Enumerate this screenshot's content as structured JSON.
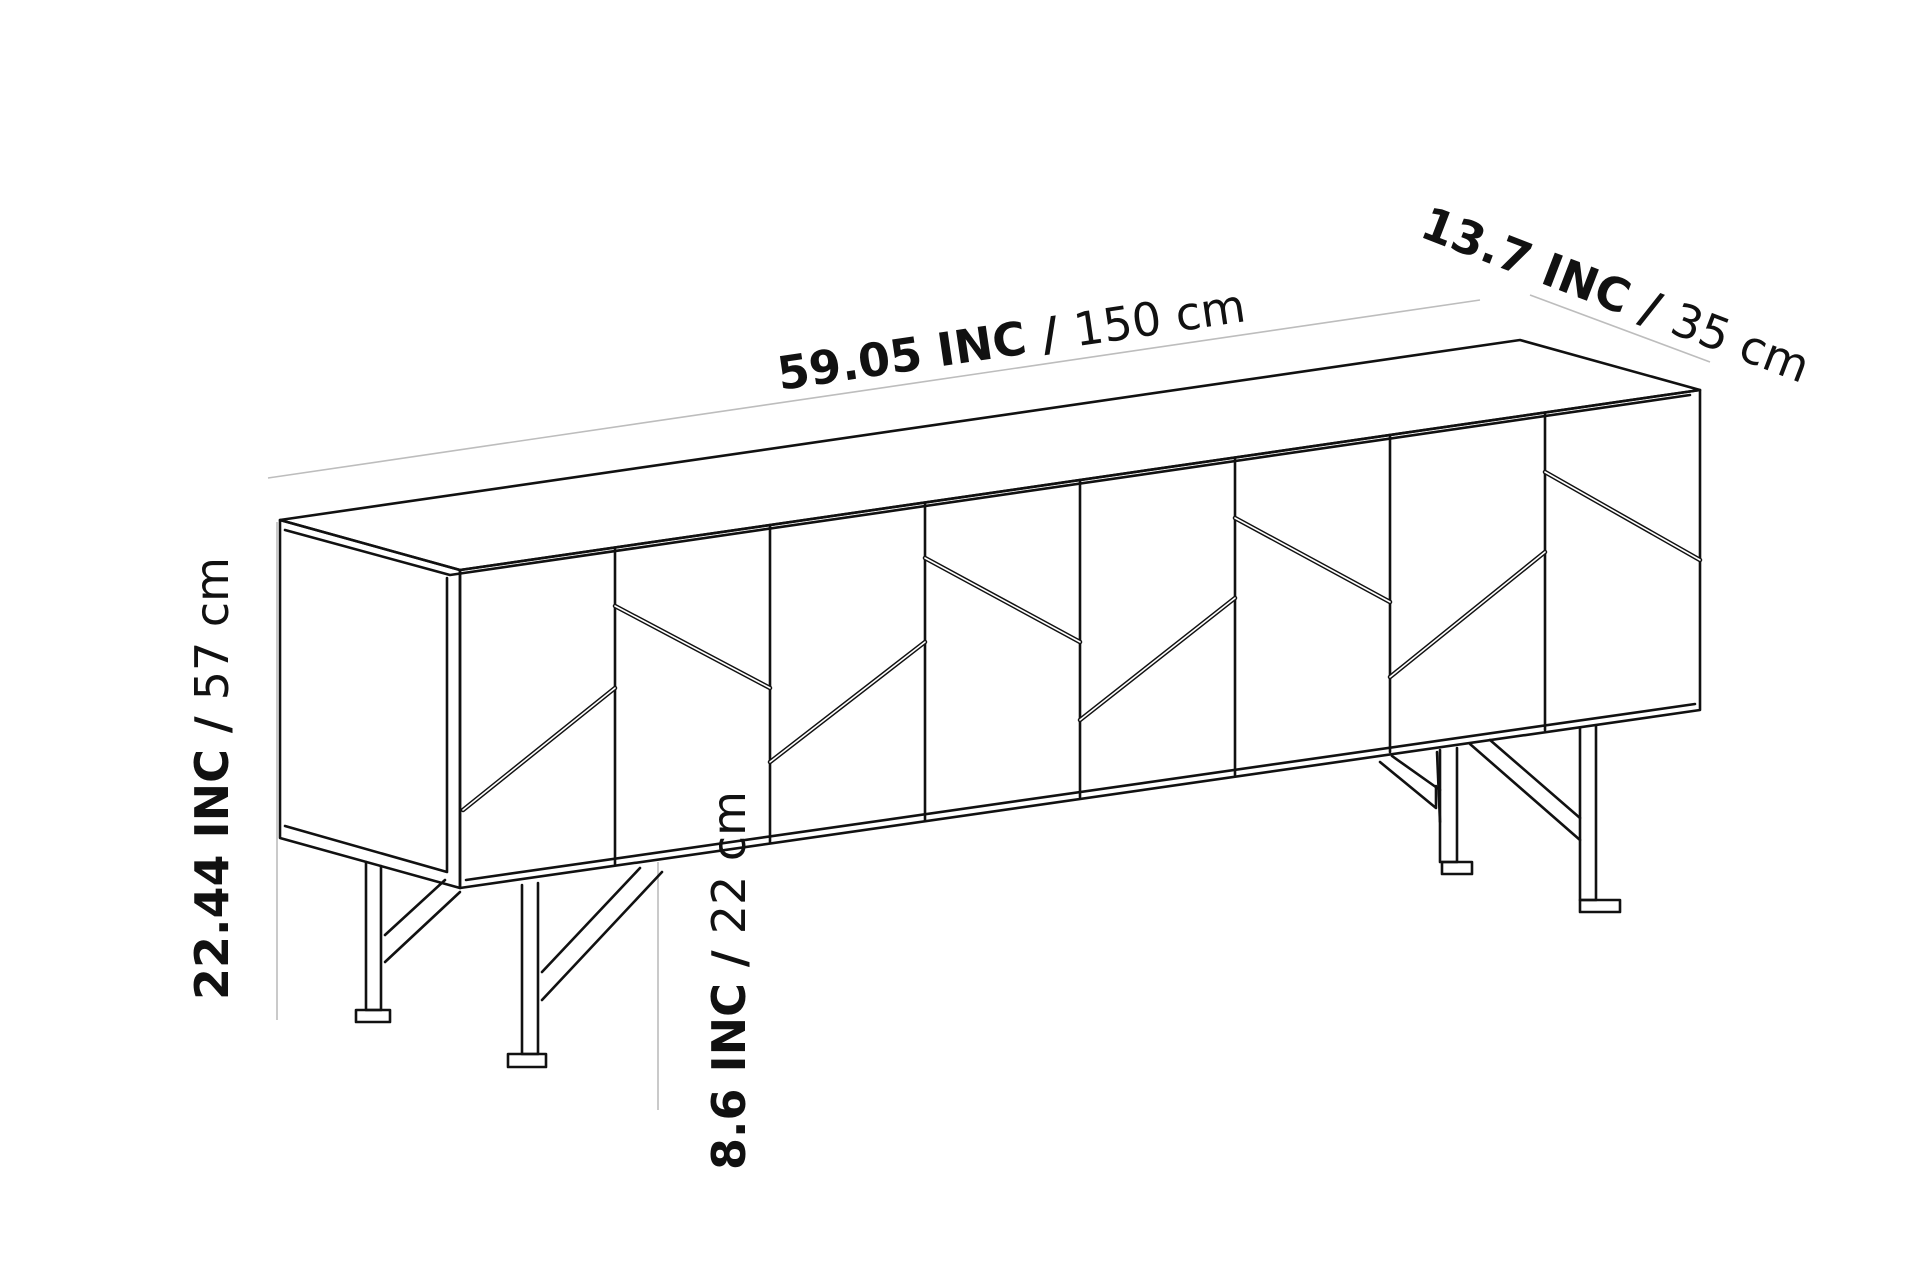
{
  "dimensions": {
    "width": {
      "primary": "59.05 INC",
      "separator": " / ",
      "secondary": "150 cm"
    },
    "depth": {
      "primary": "13.7 INC",
      "separator": " / ",
      "secondary": "35 cm"
    },
    "height": {
      "primary": "22.44 INC",
      "separator": " / ",
      "secondary": "57 cm"
    },
    "leg": {
      "primary": "8.6 INC",
      "separator": " / ",
      "secondary": "22 cm"
    }
  }
}
